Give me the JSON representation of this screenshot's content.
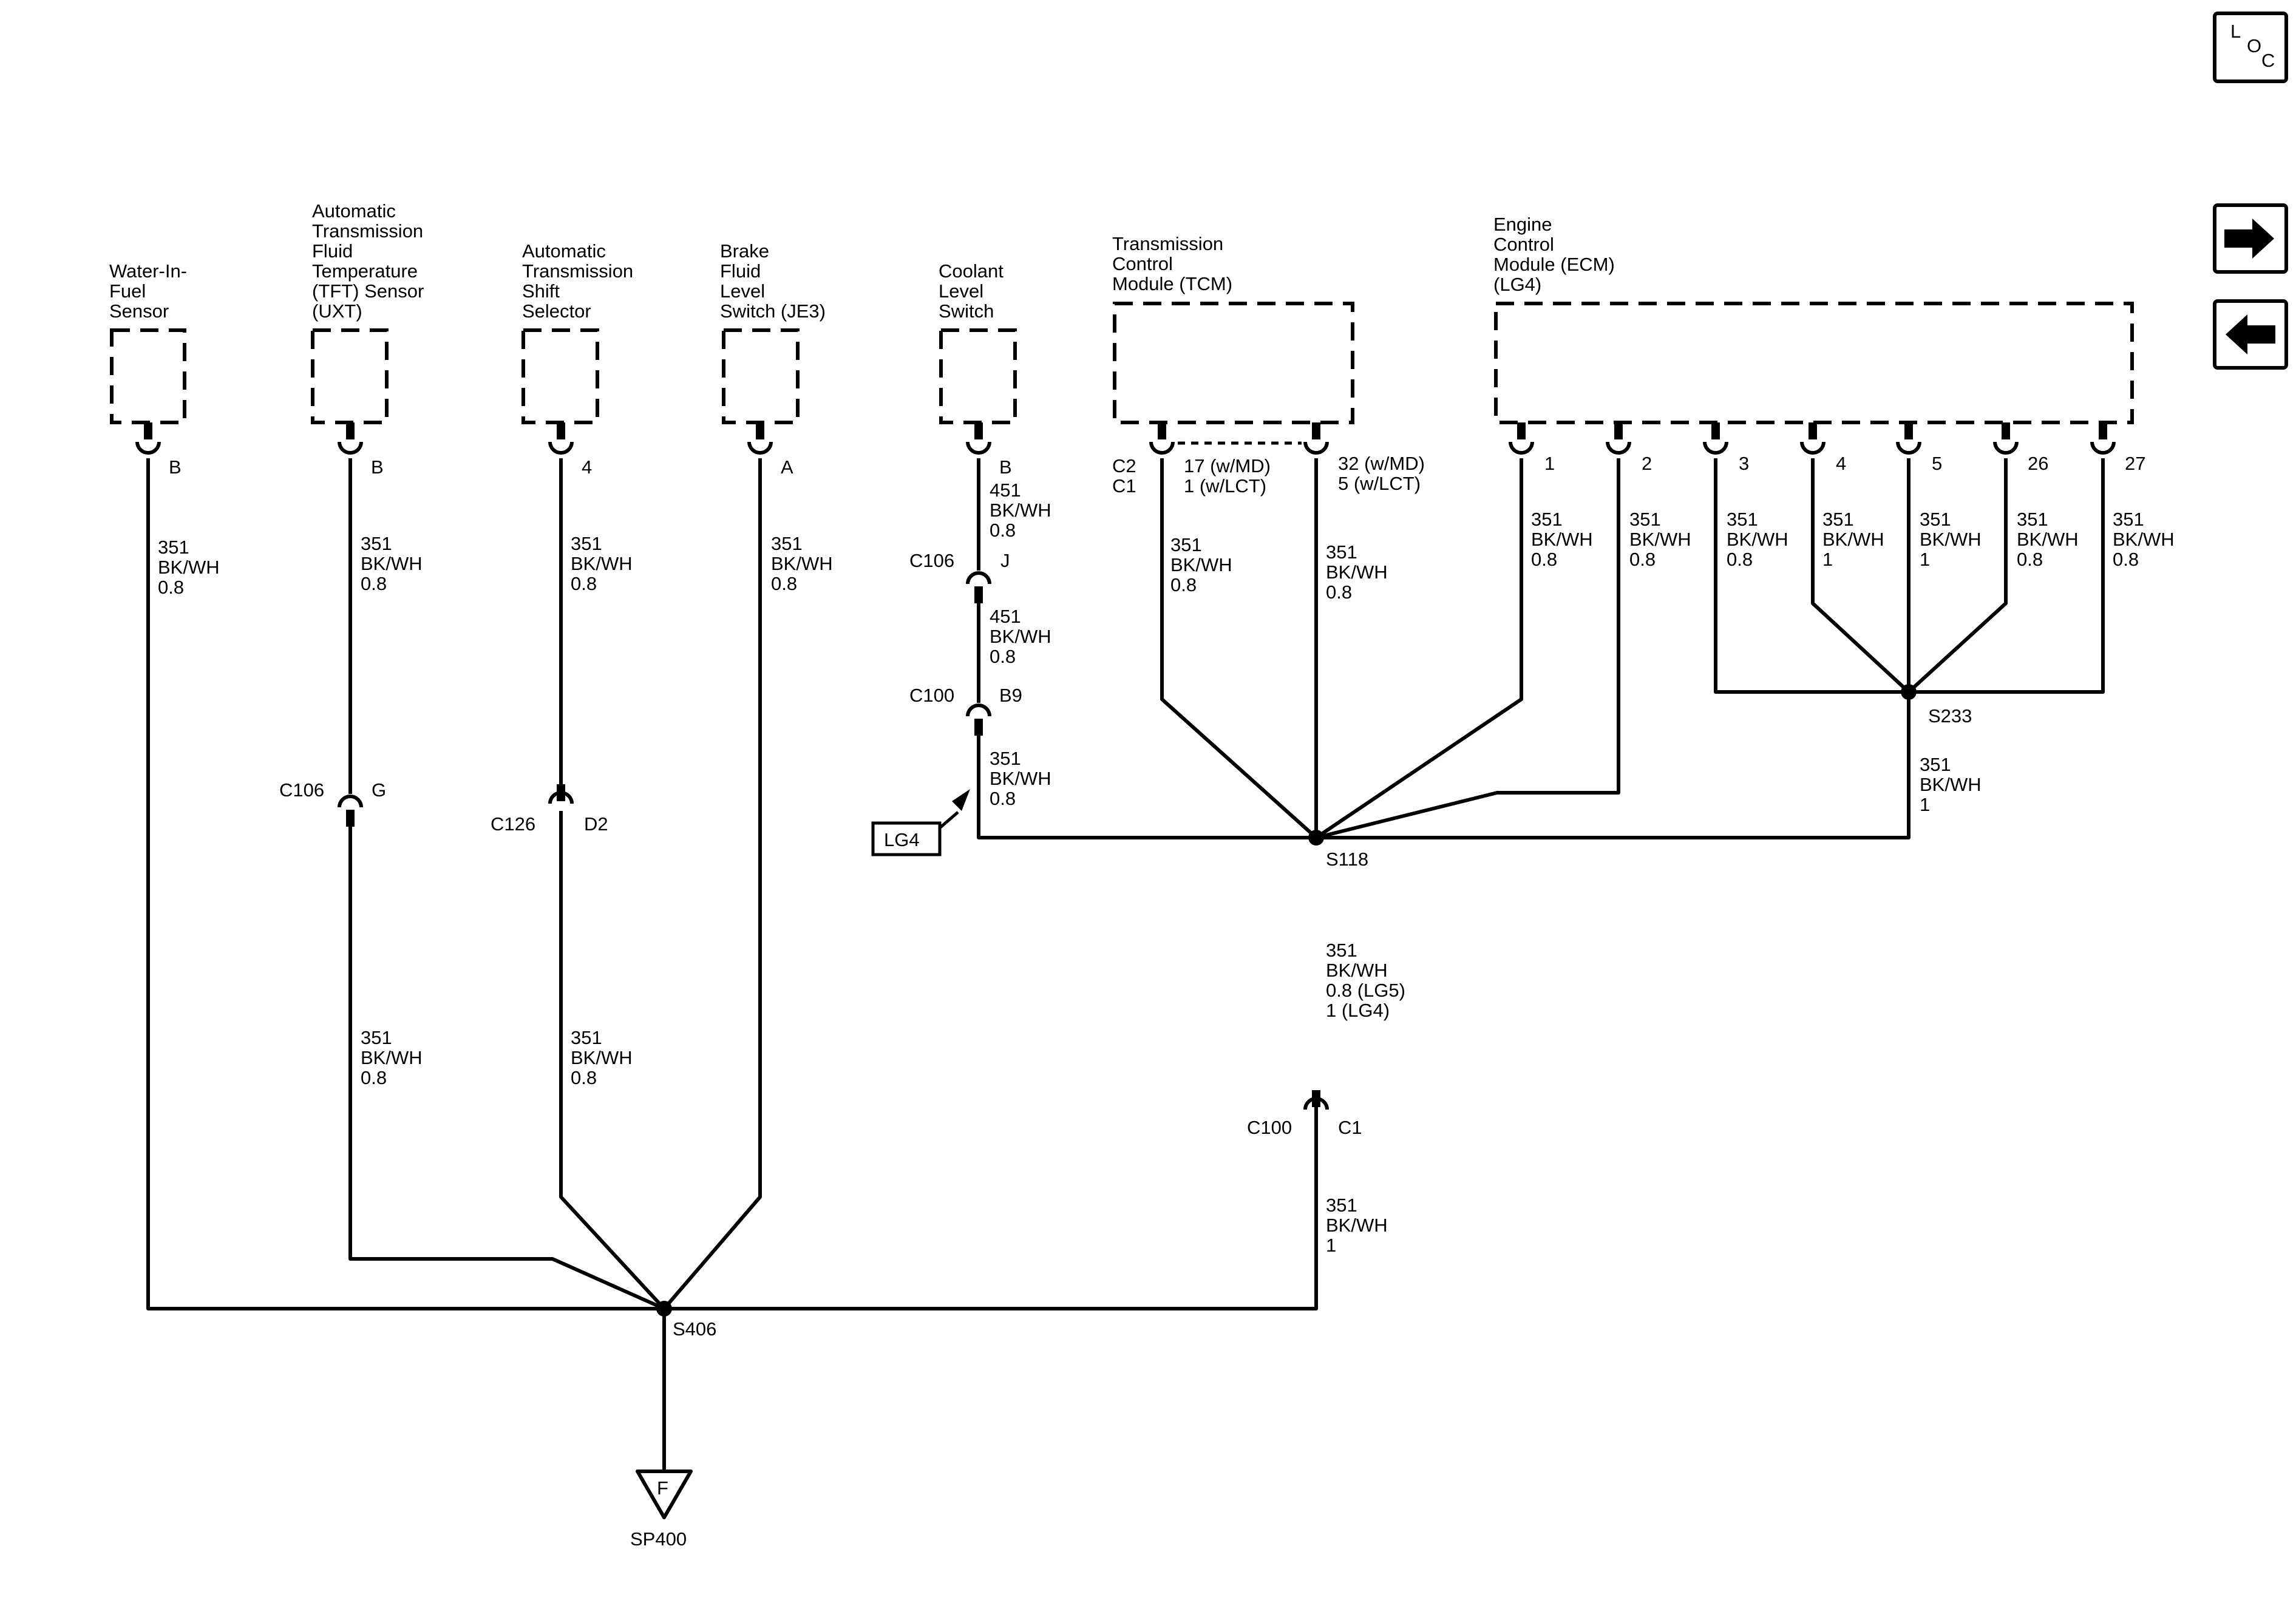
{
  "components": {
    "water_in_fuel": [
      "Water-In-",
      "Fuel",
      "Sensor"
    ],
    "tft_sensor": [
      "Automatic",
      "Transmission",
      "Fluid",
      "Temperature",
      "(TFT) Sensor",
      "(UXT)"
    ],
    "shift_selector": [
      "Automatic",
      "Transmission",
      "Shift",
      "Selector"
    ],
    "brake_fluid": [
      "Brake",
      "Fluid",
      "Level",
      "Switch (JE3)"
    ],
    "coolant_level": [
      "Coolant",
      "Level",
      "Switch"
    ],
    "tcm": [
      "Transmission",
      "Control",
      "Module (TCM)"
    ],
    "ecm": [
      "Engine",
      "Control",
      "Module (ECM)",
      "(LG4)"
    ]
  },
  "pins": {
    "water_in_fuel": "B",
    "tft_sensor": "B",
    "shift_selector": "4",
    "brake_fluid": "A",
    "coolant_level": "B",
    "tcm_left_connectors": [
      "C2",
      "C1"
    ],
    "tcm_left_pins": [
      "17 (w/MD)",
      "1 (w/LCT)"
    ],
    "tcm_right_pins": [
      "32 (w/MD)",
      "5 (w/LCT)"
    ],
    "ecm": [
      "1",
      "2",
      "3",
      "4",
      "5",
      "26",
      "27"
    ]
  },
  "wire_labels": {
    "wif": [
      "351",
      "BK/WH",
      "0.8"
    ],
    "tft_upper": [
      "351",
      "BK/WH",
      "0.8"
    ],
    "tft_lower": [
      "351",
      "BK/WH",
      "0.8"
    ],
    "shift_upper": [
      "351",
      "BK/WH",
      "0.8"
    ],
    "shift_lower": [
      "351",
      "BK/WH",
      "0.8"
    ],
    "brake": [
      "351",
      "BK/WH",
      "0.8"
    ],
    "coolant_1": [
      "451",
      "BK/WH",
      "0.8"
    ],
    "coolant_2": [
      "451",
      "BK/WH",
      "0.8"
    ],
    "coolant_3": [
      "351",
      "BK/WH",
      "0.8"
    ],
    "tcm_left": [
      "351",
      "BK/WH",
      "0.8"
    ],
    "tcm_right": [
      "351",
      "BK/WH",
      "0.8"
    ],
    "ecm_1": [
      "351",
      "BK/WH",
      "0.8"
    ],
    "ecm_2": [
      "351",
      "BK/WH",
      "0.8"
    ],
    "ecm_3": [
      "351",
      "BK/WH",
      "0.8"
    ],
    "ecm_4": [
      "351",
      "BK/WH",
      "1"
    ],
    "ecm_5": [
      "351",
      "BK/WH",
      "1"
    ],
    "ecm_26": [
      "351",
      "BK/WH",
      "0.8"
    ],
    "ecm_27": [
      "351",
      "BK/WH",
      "0.8"
    ],
    "s233_down": [
      "351",
      "BK/WH",
      "1"
    ],
    "s118_down": [
      "351",
      "BK/WH",
      "0.8 (LG5)",
      "1 (LG4)"
    ],
    "c100_down": [
      "351",
      "BK/WH",
      "1"
    ]
  },
  "connectors": {
    "tft_inline": {
      "name": "C106",
      "pin": "G"
    },
    "shift_inline": {
      "name": "C126",
      "pin": "D2"
    },
    "coolant_c106": {
      "name": "C106",
      "pin": "J"
    },
    "coolant_c100": {
      "name": "C100",
      "pin": "B9"
    },
    "main_c100": {
      "name": "C100",
      "pin": "C1"
    }
  },
  "splices": {
    "s406": "S406",
    "s118": "S118",
    "s233": "S233"
  },
  "ground": {
    "letter": "F",
    "name": "SP400"
  },
  "option_box": "LG4",
  "nav": {
    "loc_letters": [
      "L",
      "O",
      "C"
    ],
    "next_icon": "arrow-right-icon",
    "prev_icon": "arrow-left-icon"
  }
}
